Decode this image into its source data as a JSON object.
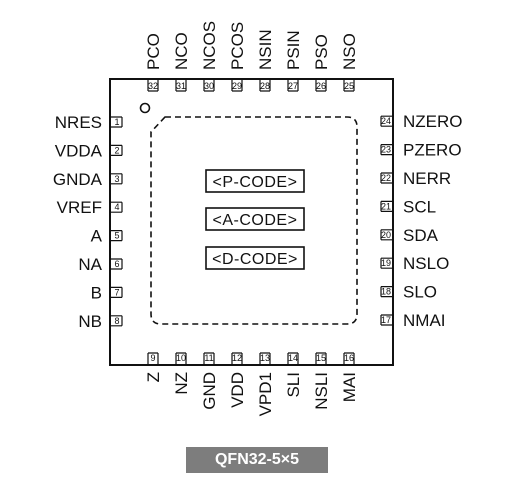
{
  "package": {
    "caption": "QFN32-5×5",
    "codes": [
      "<P-CODE>",
      "<A-CODE>",
      "<D-CODE>"
    ]
  },
  "pins": {
    "left": [
      {
        "num": "1",
        "name": "NRES"
      },
      {
        "num": "2",
        "name": "VDDA"
      },
      {
        "num": "3",
        "name": "GNDA"
      },
      {
        "num": "4",
        "name": "VREF"
      },
      {
        "num": "5",
        "name": "A"
      },
      {
        "num": "6",
        "name": "NA"
      },
      {
        "num": "7",
        "name": "B"
      },
      {
        "num": "8",
        "name": "NB"
      }
    ],
    "bottom": [
      {
        "num": "9",
        "name": "Z"
      },
      {
        "num": "10",
        "name": "NZ"
      },
      {
        "num": "11",
        "name": "GND"
      },
      {
        "num": "12",
        "name": "VDD"
      },
      {
        "num": "13",
        "name": "VPD1"
      },
      {
        "num": "14",
        "name": "SLI"
      },
      {
        "num": "15",
        "name": "NSLI"
      },
      {
        "num": "16",
        "name": "MAI"
      }
    ],
    "right": [
      {
        "num": "17",
        "name": "NMAI"
      },
      {
        "num": "18",
        "name": "SLO"
      },
      {
        "num": "19",
        "name": "NSLO"
      },
      {
        "num": "20",
        "name": "SDA"
      },
      {
        "num": "21",
        "name": "SCL"
      },
      {
        "num": "22",
        "name": "NERR"
      },
      {
        "num": "23",
        "name": "PZERO"
      },
      {
        "num": "24",
        "name": "NZERO"
      }
    ],
    "top": [
      {
        "num": "25",
        "name": "NSO"
      },
      {
        "num": "26",
        "name": "PSO"
      },
      {
        "num": "27",
        "name": "PSIN"
      },
      {
        "num": "28",
        "name": "NSIN"
      },
      {
        "num": "29",
        "name": "PCOS"
      },
      {
        "num": "30",
        "name": "NCOS"
      },
      {
        "num": "31",
        "name": "NCO"
      },
      {
        "num": "32",
        "name": "PCO"
      }
    ]
  }
}
